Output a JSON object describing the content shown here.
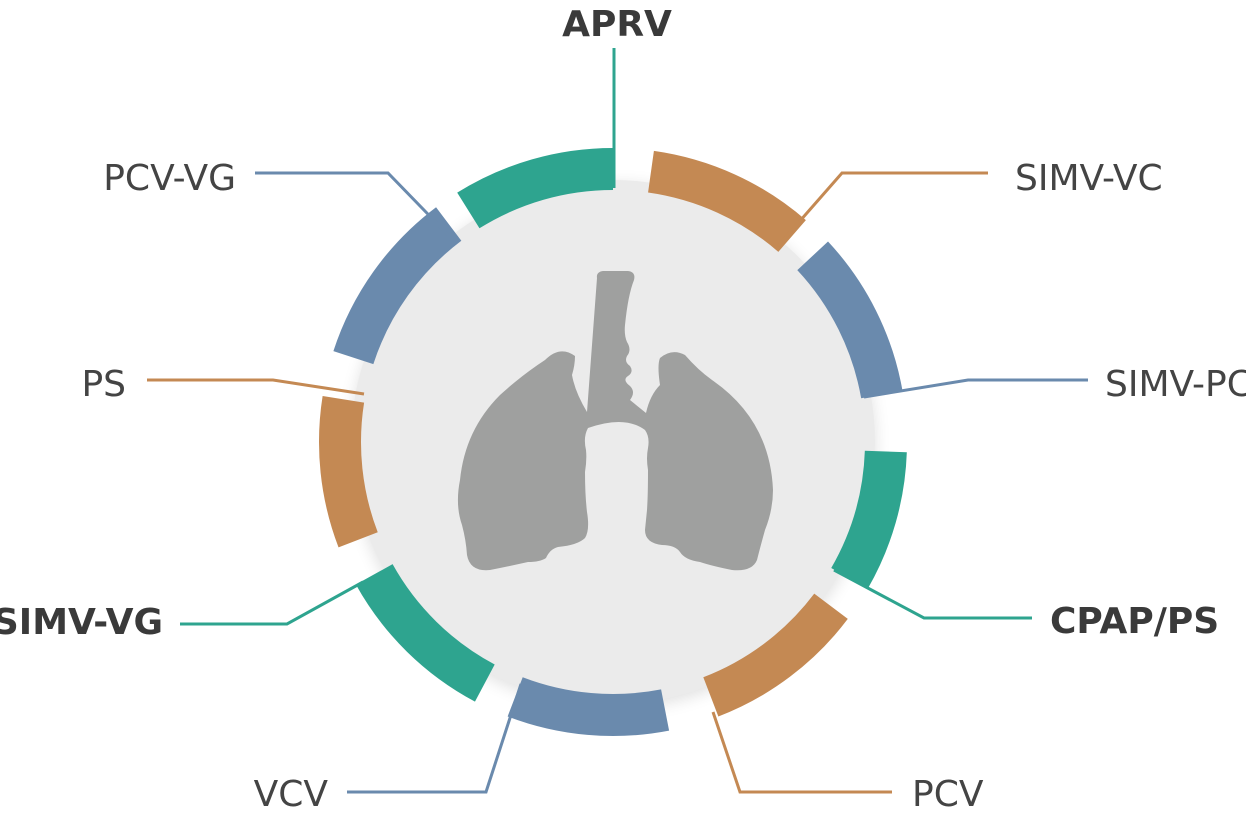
{
  "title": "Ventilation modes",
  "colors": {
    "teal": "#2ea48f",
    "orange": "#c48953",
    "blue": "#6a8aad",
    "disc": "#ebebeb",
    "lungs": "#9fa09f"
  },
  "modes": [
    {
      "label": "APRV",
      "color": "teal",
      "bold": true
    },
    {
      "label": "SIMV-VC",
      "color": "orange",
      "bold": false
    },
    {
      "label": "SIMV-PC",
      "color": "blue",
      "bold": false
    },
    {
      "label": "CPAP/PS",
      "color": "teal",
      "bold": true
    },
    {
      "label": "PCV",
      "color": "orange",
      "bold": false
    },
    {
      "label": "VCV",
      "color": "blue",
      "bold": false
    },
    {
      "label": "SIMV-VG",
      "color": "teal",
      "bold": true
    },
    {
      "label": "PS",
      "color": "orange",
      "bold": false
    },
    {
      "label": "PCV-VG",
      "color": "blue",
      "bold": false
    }
  ]
}
